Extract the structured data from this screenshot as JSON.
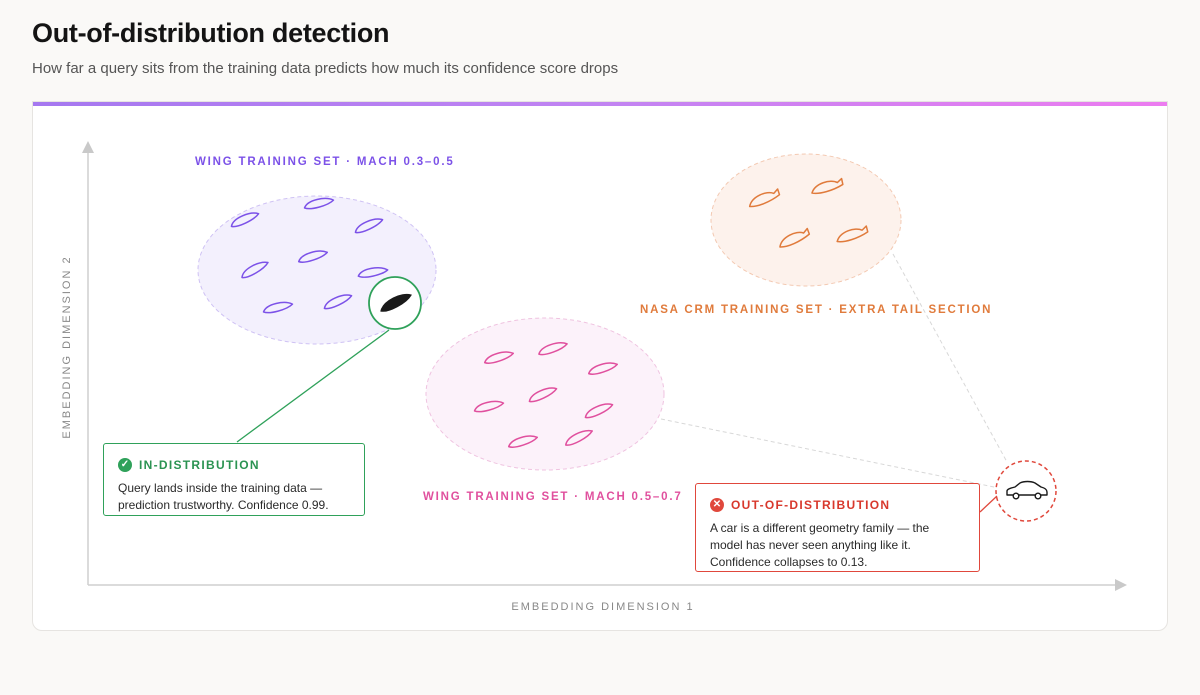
{
  "header": {
    "title": "Out-of-distribution detection",
    "subtitle": "How far a query sits from the training data predicts how much its confidence score drops"
  },
  "axes": {
    "x_label": "EMBEDDING DIMENSION 1",
    "y_label": "EMBEDDING DIMENSION 2"
  },
  "clusters": {
    "wing_low": {
      "label": "WING TRAINING SET · MACH 0.3–0.5",
      "color": "#7c52e8",
      "icon": "wing-airfoil-icon"
    },
    "wing_high": {
      "label": "WING TRAINING SET · MACH 0.5–0.7",
      "color": "#e0509e",
      "icon": "wing-airfoil-icon"
    },
    "nasa_crm": {
      "label": "NASA CRM TRAINING SET · EXTRA TAIL SECTION",
      "color": "#e07b3c",
      "icon": "aircraft-tail-icon"
    }
  },
  "queries": {
    "in": {
      "icon": "wing-airfoil-icon",
      "color": "#2fa15a"
    },
    "out": {
      "icon": "car-icon",
      "color": "#e0483c"
    }
  },
  "callouts": {
    "in": {
      "icon": "check-circle-icon",
      "title": "IN-DISTRIBUTION",
      "line1": "Query lands inside the training data —",
      "line2": "prediction trustworthy. Confidence 0.99."
    },
    "out": {
      "icon": "x-circle-icon",
      "title": "OUT-OF-DISTRIBUTION",
      "line1": "A car is a different geometry family — the",
      "line2": "model has never seen anything like it.",
      "line3": "Confidence collapses to 0.13."
    }
  }
}
